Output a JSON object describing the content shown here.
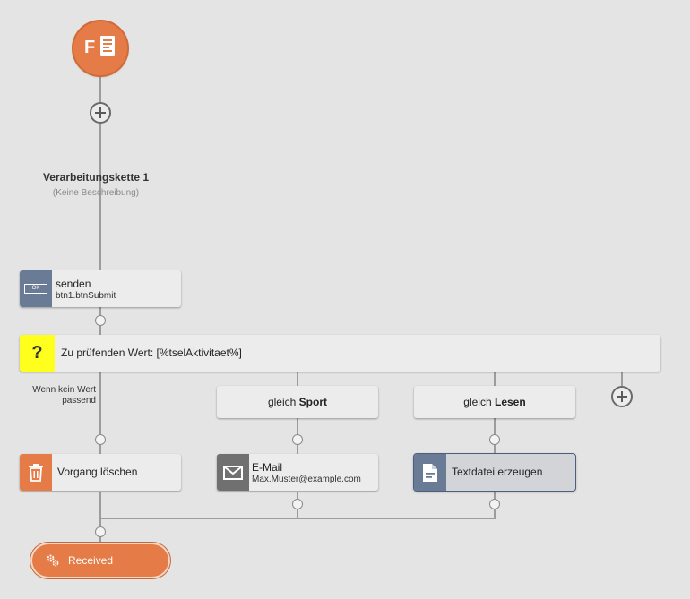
{
  "chain": {
    "title": "Verarbeitungskette 1",
    "description": "(Keine Beschreibung)"
  },
  "logo": {
    "icon": "formcycle-logo-icon",
    "letter": "F"
  },
  "trigger": {
    "title": "senden",
    "subtitle": "btn1.btnSubmit",
    "icon": "button-ok-icon",
    "icon_text": "OK",
    "color": "#6a7b96"
  },
  "condition": {
    "icon_text": "?",
    "text": "Zu prüfenden Wert: [%tselAktivitaet%]",
    "color": "#ffff1e"
  },
  "default_branch": {
    "label_line1": "Wenn kein Wert",
    "label_line2": "passend"
  },
  "branches": [
    {
      "prefix": "gleich",
      "value": "Sport"
    },
    {
      "prefix": "gleich",
      "value": "Lesen"
    }
  ],
  "actions": [
    {
      "title": "Vorgang löschen",
      "subtitle": "",
      "icon": "trash-icon",
      "color": "#e57b46"
    },
    {
      "title": "E-Mail",
      "subtitle": "Max.Muster@example.com",
      "icon": "mail-icon",
      "color": "#707070"
    },
    {
      "title": "Textdatei erzeugen",
      "subtitle": "",
      "icon": "text-file-icon",
      "color": "#6a7b96"
    }
  ],
  "end_state": {
    "label": "Received",
    "icon": "gears-icon",
    "color": "#e57b46"
  }
}
